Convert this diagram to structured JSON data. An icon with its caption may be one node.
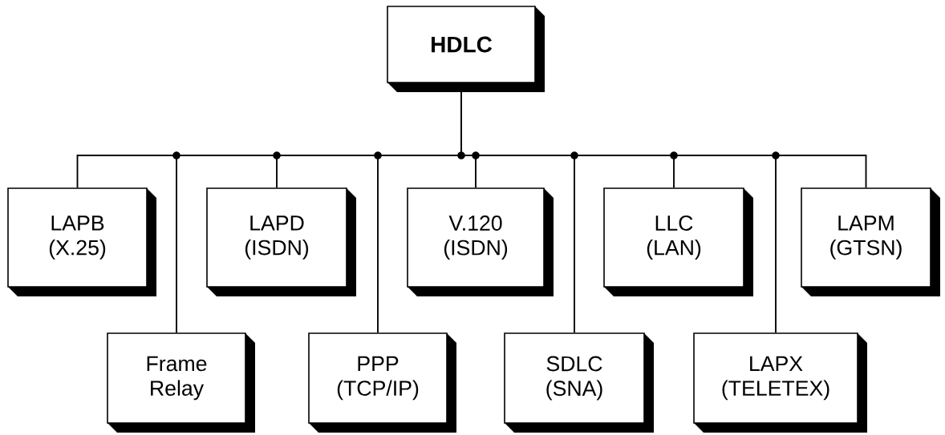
{
  "diagram": {
    "nodes": [
      {
        "text": [
          "HDLC"
        ]
      },
      {
        "text": [
          "LAPB (X.25)"
        ]
      },
      {
        "text": [
          "LAPD (ISDN)"
        ]
      },
      {
        "text": [
          "V.120 (ISDN)"
        ]
      },
      {
        "text": [
          "LLC (LAN)"
        ]
      },
      {
        "text": [
          "LAPM (GTSN)"
        ]
      },
      {
        "text": [
          "Frame Relay"
        ]
      },
      {
        "text": [
          "PPP (TCP/IP)"
        ]
      },
      {
        "text": [
          "SDLC (SNA)"
        ]
      },
      {
        "text": [
          "LAPX (TELETEX)"
        ]
      }
    ],
    "edges": [
      {
        "from": 0,
        "to": 1,
        "arrow": "none"
      },
      {
        "from": 0,
        "to": 6,
        "arrow": "none"
      },
      {
        "from": 0,
        "to": 2,
        "arrow": "none"
      },
      {
        "from": 0,
        "to": 7,
        "arrow": "none"
      },
      {
        "from": 0,
        "to": 3,
        "arrow": "none"
      },
      {
        "from": 0,
        "to": 8,
        "arrow": "none"
      },
      {
        "from": 0,
        "to": 4,
        "arrow": "none"
      },
      {
        "from": 0,
        "to": 9,
        "arrow": "none"
      },
      {
        "from": 0,
        "to": 5,
        "arrow": "none"
      }
    ]
  }
}
